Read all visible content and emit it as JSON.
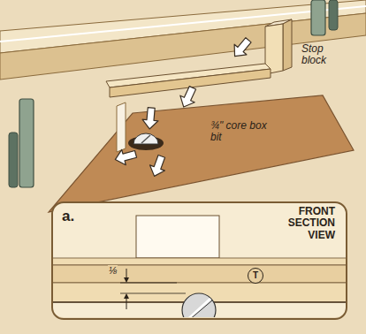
{
  "diagram": {
    "nodes": [
      {
        "text": [
          "a.",
          "FRONT SECTION VIEW"
        ]
      },
      {
        "text": [
          "T"
        ],
        "in": 0
      }
    ],
    "labels": [
      "Stop block",
      "¾\" core box bit",
      "⅛"
    ]
  }
}
